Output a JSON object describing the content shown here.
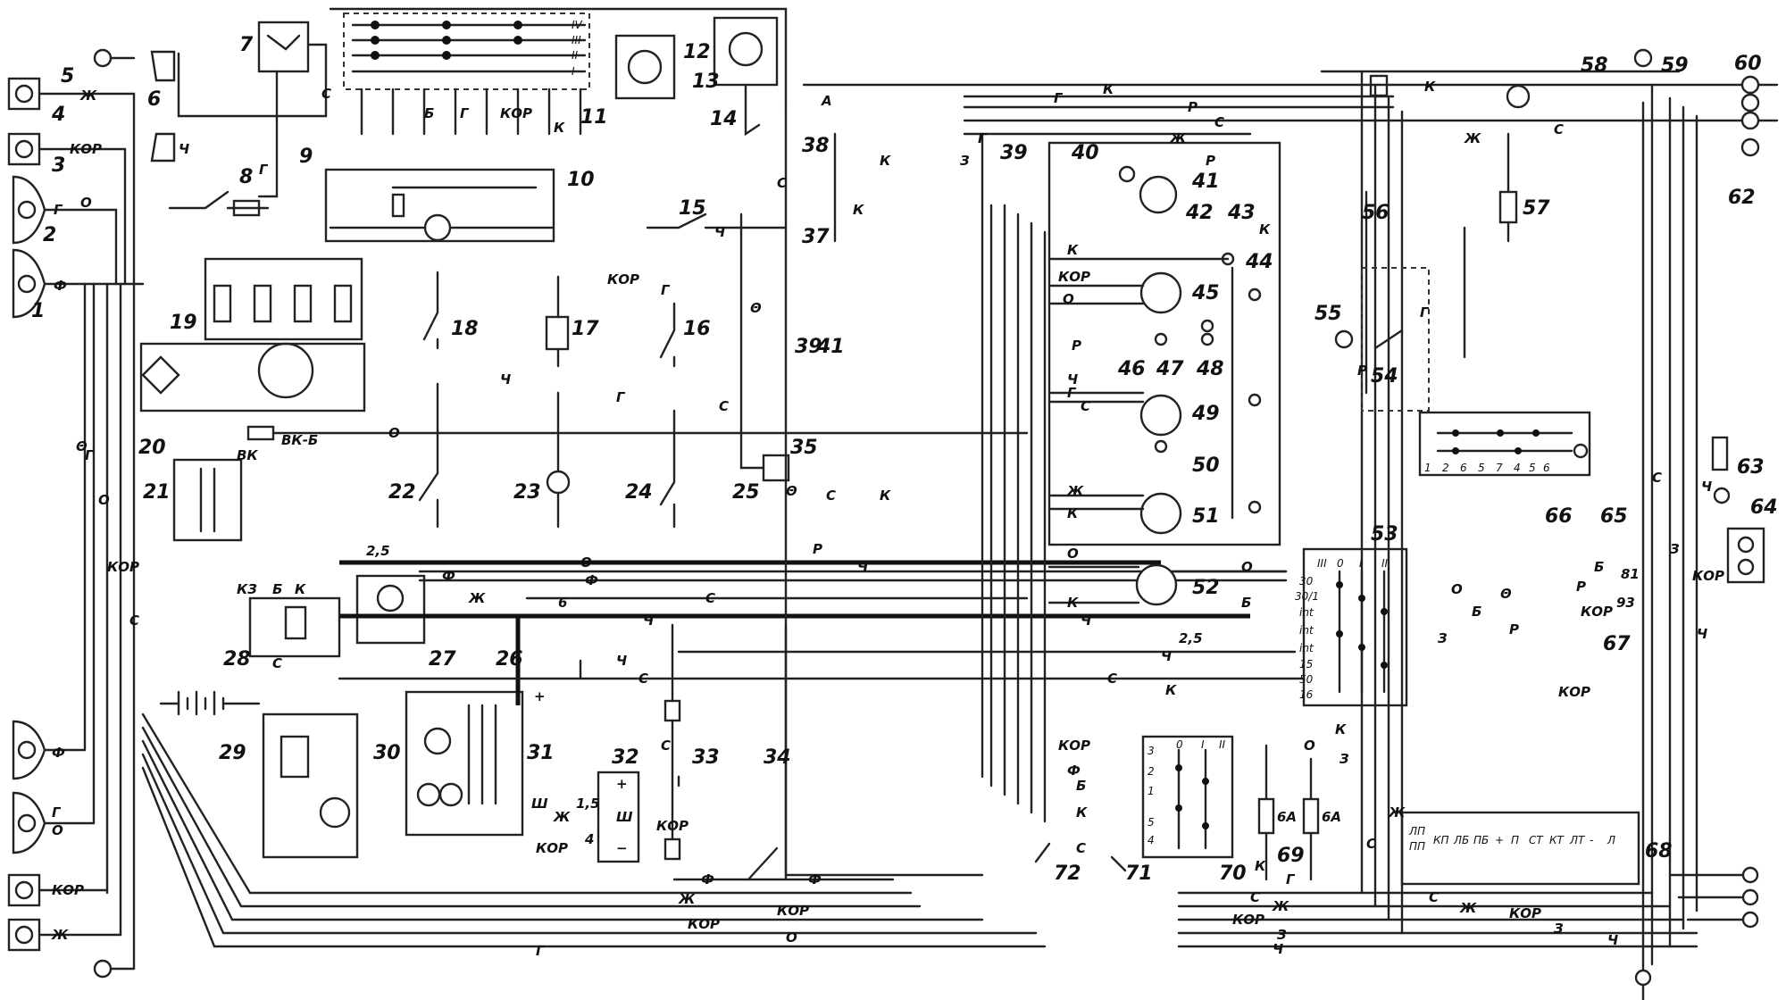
{
  "colors": {
    "ink": "#111111",
    "paper": "#ffffff"
  },
  "components": [
    {
      "id": "1",
      "label": "1"
    },
    {
      "id": "2",
      "label": "2"
    },
    {
      "id": "3",
      "label": "3"
    },
    {
      "id": "4",
      "label": "4"
    },
    {
      "id": "5",
      "label": "5"
    },
    {
      "id": "6",
      "label": "6"
    },
    {
      "id": "7",
      "label": "7"
    },
    {
      "id": "8",
      "label": "8"
    },
    {
      "id": "9",
      "label": "9"
    },
    {
      "id": "10",
      "label": "10"
    },
    {
      "id": "11",
      "label": "11"
    },
    {
      "id": "12",
      "label": "12"
    },
    {
      "id": "13",
      "label": "13"
    },
    {
      "id": "14",
      "label": "14"
    },
    {
      "id": "15",
      "label": "15"
    },
    {
      "id": "16",
      "label": "16"
    },
    {
      "id": "17",
      "label": "17"
    },
    {
      "id": "18",
      "label": "18"
    },
    {
      "id": "19",
      "label": "19"
    },
    {
      "id": "20",
      "label": "20"
    },
    {
      "id": "21",
      "label": "21"
    },
    {
      "id": "22",
      "label": "22"
    },
    {
      "id": "23",
      "label": "23"
    },
    {
      "id": "24",
      "label": "24"
    },
    {
      "id": "25",
      "label": "25"
    },
    {
      "id": "26",
      "label": "26"
    },
    {
      "id": "27",
      "label": "27"
    },
    {
      "id": "28",
      "label": "28"
    },
    {
      "id": "29",
      "label": "29"
    },
    {
      "id": "30",
      "label": "30"
    },
    {
      "id": "31",
      "label": "31"
    },
    {
      "id": "32",
      "label": "32"
    },
    {
      "id": "33",
      "label": "33"
    },
    {
      "id": "34",
      "label": "34"
    },
    {
      "id": "35",
      "label": "35"
    },
    {
      "id": "37",
      "label": "37"
    },
    {
      "id": "38",
      "label": "38"
    },
    {
      "id": "39",
      "label": "39"
    },
    {
      "id": "39b",
      "label": "39"
    },
    {
      "id": "40",
      "label": "40"
    },
    {
      "id": "41",
      "label": "41"
    },
    {
      "id": "41b",
      "label": "41"
    },
    {
      "id": "42",
      "label": "42"
    },
    {
      "id": "43",
      "label": "43"
    },
    {
      "id": "44",
      "label": "44"
    },
    {
      "id": "45",
      "label": "45"
    },
    {
      "id": "46",
      "label": "46"
    },
    {
      "id": "47",
      "label": "47"
    },
    {
      "id": "48",
      "label": "48"
    },
    {
      "id": "49",
      "label": "49"
    },
    {
      "id": "50",
      "label": "50"
    },
    {
      "id": "51",
      "label": "51"
    },
    {
      "id": "52",
      "label": "52"
    },
    {
      "id": "53",
      "label": "53"
    },
    {
      "id": "54",
      "label": "54"
    },
    {
      "id": "55",
      "label": "55"
    },
    {
      "id": "56",
      "label": "56"
    },
    {
      "id": "57",
      "label": "57"
    },
    {
      "id": "58",
      "label": "58"
    },
    {
      "id": "59",
      "label": "59"
    },
    {
      "id": "60",
      "label": "60"
    },
    {
      "id": "62",
      "label": "62"
    },
    {
      "id": "63",
      "label": "63"
    },
    {
      "id": "64",
      "label": "64"
    },
    {
      "id": "65",
      "label": "65"
    },
    {
      "id": "66",
      "label": "66"
    },
    {
      "id": "67",
      "label": "67"
    },
    {
      "id": "68",
      "label": "68"
    },
    {
      "id": "69",
      "label": "69"
    },
    {
      "id": "70",
      "label": "70"
    },
    {
      "id": "71",
      "label": "71"
    },
    {
      "id": "72",
      "label": "72"
    }
  ],
  "wire_codes": {
    "zh": "Ж",
    "kor": "КОР",
    "g": "Г",
    "o": "О",
    "f": "Ф",
    "s": "С",
    "ch": "Ч",
    "k": "К",
    "r": "Р",
    "b": "Б",
    "z": "З",
    "theta": "Θ"
  },
  "markers": {
    "A": "А",
    "vk_b": "ВК-Б",
    "vk": "ВК",
    "kz": "КЗ",
    "plus": "+",
    "minus": "−",
    "sh": "Ш",
    "r1_5": "1,5",
    "r2_5": "2,5",
    "fuse_6a": "6А",
    "l_6": "6",
    "l_4": "4",
    "l_1": "1",
    "l_2": "2",
    "l_3": "3",
    "l_5": "5",
    "l_93": "93",
    "l_81": "81",
    "sw11_rows": [
      "IV",
      "III",
      "II",
      "I"
    ],
    "sw53_head": [
      "III",
      "0",
      "I",
      "II"
    ],
    "sw53_rows": [
      "30",
      "30/1",
      "int",
      "int",
      "int",
      "15",
      "50",
      "16"
    ],
    "sw70_head": [
      "0",
      "I",
      "II"
    ],
    "block66_pins": [
      "1",
      "2",
      "6",
      "5",
      "7",
      "4",
      "5",
      "6"
    ],
    "block68_pins": [
      "ЛП",
      "ПП",
      "КП",
      "ЛБ",
      "ПБ",
      "+",
      "П",
      "СТ",
      "КТ",
      "ЛТ",
      "-",
      "Л"
    ]
  }
}
